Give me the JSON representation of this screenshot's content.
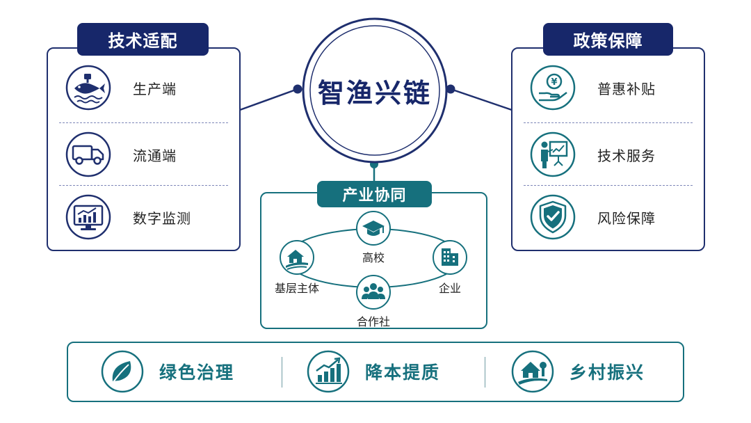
{
  "center": {
    "title": "智渔兴链"
  },
  "left_panel": {
    "title": "技术适配",
    "items": [
      {
        "label": "生产端",
        "icon": "fish-icon"
      },
      {
        "label": "流通端",
        "icon": "truck-icon"
      },
      {
        "label": "数字监测",
        "icon": "monitor-chart-icon"
      }
    ]
  },
  "right_panel": {
    "title": "政策保障",
    "items": [
      {
        "label": "普惠补贴",
        "icon": "yen-hand-icon"
      },
      {
        "label": "技术服务",
        "icon": "presenter-board-icon"
      },
      {
        "label": "风险保障",
        "icon": "shield-check-icon"
      }
    ]
  },
  "middle_panel": {
    "title": "产业协同",
    "nodes": {
      "top": "高校",
      "right": "企业",
      "bottom": "合作社",
      "left": "基层主体"
    }
  },
  "bottom_bar": {
    "items": [
      {
        "label": "绿色治理",
        "icon": "leaf-icon"
      },
      {
        "label": "降本提质",
        "icon": "growth-chart-icon"
      },
      {
        "label": "乡村振兴",
        "icon": "village-house-icon"
      }
    ]
  },
  "colors": {
    "navy": "#17276a",
    "teal": "#16707d"
  }
}
